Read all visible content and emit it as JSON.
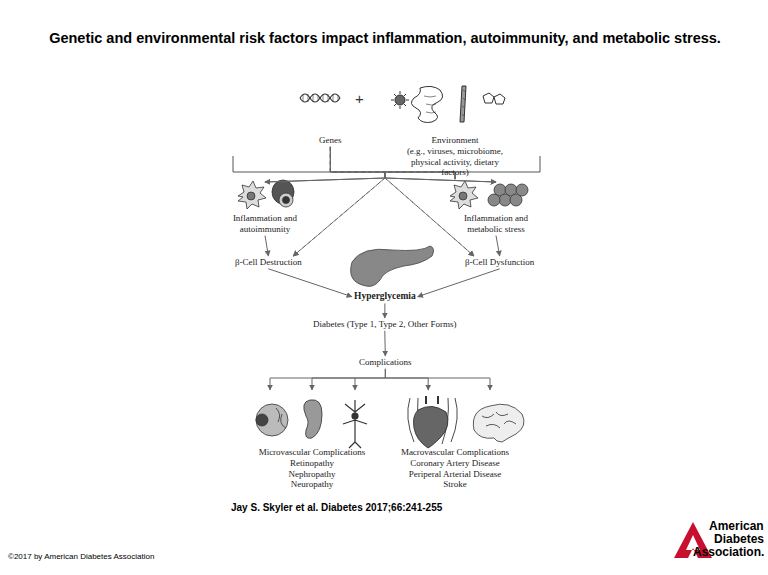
{
  "diagram": {
    "title": "Genetic and environmental risk factors impact inflammation, autoimmunity, and metabolic stress.",
    "nodes": [
      {
        "text": [
          "Genes"
        ]
      },
      {
        "text": [
          "Environment",
          "(e.g., viruses, microbiome, physical activity, dietary factors)"
        ]
      },
      {
        "text": [
          "Inflammation and autoimmunity"
        ]
      },
      {
        "text": [
          "Inflammation and metabolic stress"
        ]
      },
      {
        "text": [
          "β-Cell Destruction"
        ]
      },
      {
        "text": [
          "β-Cell Dysfunction"
        ]
      },
      {
        "text": [
          "Hyperglycemia"
        ]
      },
      {
        "text": [
          "Diabetes (Type 1, Type 2, Other Forms)"
        ]
      },
      {
        "text": [
          "Complications"
        ]
      },
      {
        "text": [
          "Microvascular Complications",
          "Retinopathy",
          "Nephropathy",
          "Neuropathy"
        ]
      },
      {
        "text": [
          "Macrovascular Complications",
          "Coronary Artery Disease",
          "Periperal Arterial Disease",
          "Stroke"
        ]
      }
    ],
    "edges": [
      {
        "from": 0,
        "to": 2,
        "arrow": "to"
      },
      {
        "from": 1,
        "to": 2,
        "arrow": "to"
      },
      {
        "from": 0,
        "to": 3,
        "arrow": "to"
      },
      {
        "from": 1,
        "to": 3,
        "arrow": "to"
      },
      {
        "from": 0,
        "to": 4,
        "arrow": "to"
      },
      {
        "from": 1,
        "to": 4,
        "arrow": "to"
      },
      {
        "from": 0,
        "to": 5,
        "arrow": "to"
      },
      {
        "from": 1,
        "to": 5,
        "arrow": "to"
      },
      {
        "from": 2,
        "to": 4,
        "arrow": "to"
      },
      {
        "from": 3,
        "to": 5,
        "arrow": "to"
      },
      {
        "from": 4,
        "to": 6,
        "arrow": "to"
      },
      {
        "from": 5,
        "to": 6,
        "arrow": "to"
      },
      {
        "from": 6,
        "to": 7,
        "arrow": "to"
      },
      {
        "from": 7,
        "to": 8,
        "arrow": "to"
      },
      {
        "from": 8,
        "to": 9,
        "arrow": "to"
      },
      {
        "from": 8,
        "to": 10,
        "arrow": "to"
      }
    ],
    "labels": [
      "+",
      "Jay S. Skyler et al. Diabetes 2017;66:241-255",
      "©2017 by American Diabetes Association",
      "American",
      "Diabetes",
      "Association."
    ]
  }
}
